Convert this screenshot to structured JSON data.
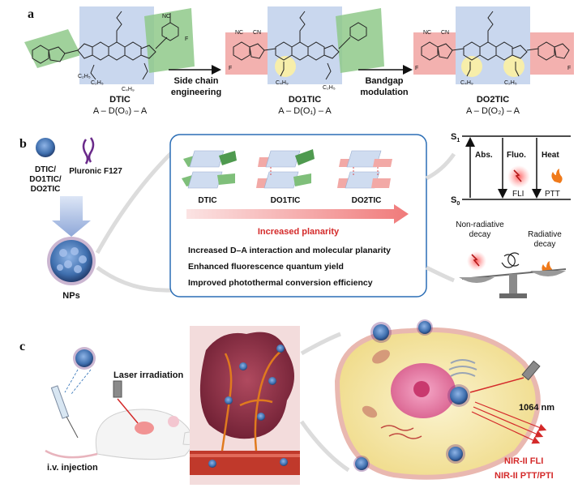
{
  "panels": {
    "a": "a",
    "b": "b",
    "c": "c"
  },
  "panel_a": {
    "molecules": [
      {
        "name": "DTIC",
        "formula": "A – D(O₀) – A"
      },
      {
        "name": "DO1TIC",
        "formula": "A – D(O₁) – A"
      },
      {
        "name": "DO2TIC",
        "formula": "A – D(O₂) – A"
      }
    ],
    "arrow1_line1": "Side chain",
    "arrow1_line2": "engineering",
    "arrow2_line1": "Bandgap",
    "arrow2_line2": "modulation",
    "side_chain_labels": [
      "C₂H₅",
      "C₄H₉",
      "C₂H₅",
      "C₄H₉",
      "C₂H₅",
      "C₄H₉",
      "C₂H₅",
      "C₄H₉"
    ],
    "cn_label": "NC",
    "cn_label2": "CN",
    "f_label": "F"
  },
  "panel_b": {
    "left_label_lines": [
      "DTIC/",
      "DO1TIC/",
      "DO2TIC"
    ],
    "pluronic_label": "Pluronic F127",
    "nps_label": "NPs",
    "stack_labels": [
      "DTIC",
      "DO1TIC",
      "DO2TIC"
    ],
    "planarity_label": "Increased planarity",
    "bullets": [
      "Increased D–A interaction and molecular planarity",
      "Enhanced fluorescence quantum yield",
      "Improved photothermal conversion efficiency"
    ],
    "energy": {
      "s1": "S",
      "s1_sub": "1",
      "s0": "S",
      "s0_sub": "0",
      "abs": "Abs.",
      "fluo": "Fluo.",
      "heat": "Heat",
      "fli": "FLI",
      "ptt": "PTT"
    },
    "balance_left": [
      "Non-radiative",
      "decay"
    ],
    "balance_right": [
      "Radiative",
      "decay"
    ]
  },
  "panel_c": {
    "laser_label": "Laser irradiation",
    "injection_label": "i.v. injection",
    "wavelength_label": "1064 nm",
    "out1": "NIR-II FLI",
    "out2": "NIR-II PTT/PTI"
  },
  "colors": {
    "donor_blue": "#c9d7ee",
    "acceptor_green": "#8fc98a",
    "acceptor_red": "#f2a9a6",
    "oxygen_yellow": "#f7eeaa",
    "accent_red": "#d42a2a",
    "box_blue": "#2a6db5",
    "tumor": "#8a2f45",
    "cell": "#f4e6a6"
  }
}
